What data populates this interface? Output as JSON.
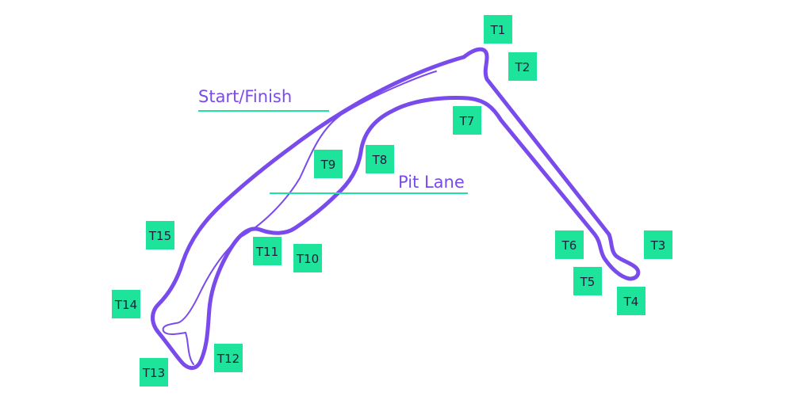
{
  "colors": {
    "track": "#7a4bec",
    "marker": "#1ee39a",
    "marker_text": "#1f1f3a",
    "callout_line": "#1ee39a",
    "callout_text": "#7a4bec",
    "background": "#ffffff"
  },
  "callouts": {
    "start_finish": "Start/Finish",
    "pit_lane": "Pit Lane"
  },
  "turns": [
    {
      "id": "t1",
      "label": "T1"
    },
    {
      "id": "t2",
      "label": "T2"
    },
    {
      "id": "t3",
      "label": "T3"
    },
    {
      "id": "t4",
      "label": "T4"
    },
    {
      "id": "t5",
      "label": "T5"
    },
    {
      "id": "t6",
      "label": "T6"
    },
    {
      "id": "t7",
      "label": "T7"
    },
    {
      "id": "t8",
      "label": "T8"
    },
    {
      "id": "t9",
      "label": "T9"
    },
    {
      "id": "t10",
      "label": "T10"
    },
    {
      "id": "t11",
      "label": "T11"
    },
    {
      "id": "t12",
      "label": "T12"
    },
    {
      "id": "t13",
      "label": "T13"
    },
    {
      "id": "t14",
      "label": "T14"
    },
    {
      "id": "t15",
      "label": "T15"
    }
  ]
}
